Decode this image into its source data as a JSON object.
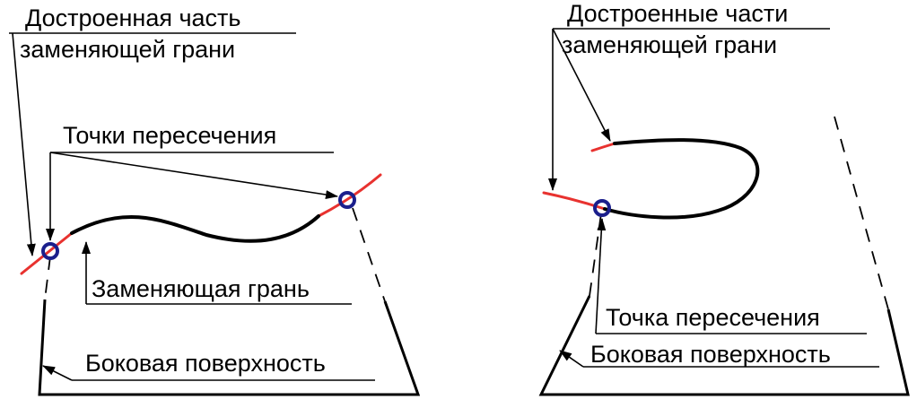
{
  "left_figure": {
    "label_completed_part_line1": "Достроенная часть",
    "label_completed_part_line2": "заменяющей грани",
    "label_intersection_points": "Точки пересечения",
    "label_replacing_face": "Заменяющая грань",
    "label_side_surface": "Боковая поверхность"
  },
  "right_figure": {
    "label_completed_parts_line1": "Достроенные части",
    "label_completed_parts_line2": "заменяющей грани",
    "label_intersection_point": "Точка пересечения",
    "label_side_surface": "Боковая поверхность"
  },
  "colors": {
    "completed_part": "#e8322f",
    "intersection_marker": "#1b1f8c",
    "lines": "#000000"
  }
}
